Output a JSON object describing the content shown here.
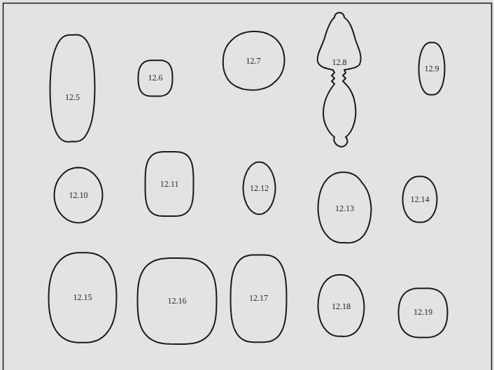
{
  "diagram": {
    "nodes": [
      {
        "text": [
          "12.5"
        ]
      },
      {
        "text": [
          "12.6"
        ]
      },
      {
        "text": [
          "12.7"
        ]
      },
      {
        "text": [
          "12.8"
        ]
      },
      {
        "text": [
          "12.9"
        ]
      },
      {
        "text": [
          "12.10"
        ]
      },
      {
        "text": [
          "12.11"
        ]
      },
      {
        "text": [
          "12.12"
        ]
      },
      {
        "text": [
          "12.13"
        ]
      },
      {
        "text": [
          "12.14"
        ]
      },
      {
        "text": [
          "12.15"
        ]
      },
      {
        "text": [
          "12.16"
        ]
      },
      {
        "text": [
          "12.17"
        ]
      },
      {
        "text": [
          "12.18"
        ]
      },
      {
        "text": [
          "12.19"
        ]
      }
    ]
  }
}
